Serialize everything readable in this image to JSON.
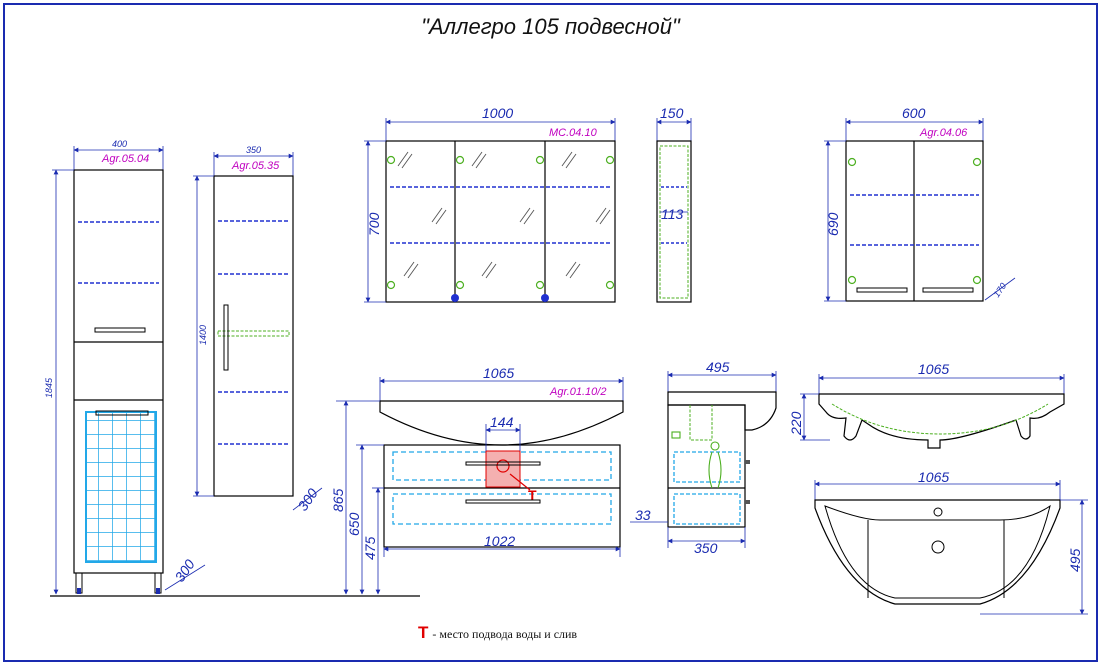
{
  "title": "\"Аллегро 105 подвесной\"",
  "legend": {
    "marker": "T",
    "text": "- место подвода воды и слив"
  },
  "colors": {
    "outline": "#000000",
    "dimension": "#1a2bb0",
    "article": "#c000c0",
    "shelf": "#2030d0",
    "accent": "#e00000",
    "green": "#4caf20",
    "cyan": "#22a8e8"
  },
  "units": {
    "tall_cabinet": {
      "article": "Agr.05.04",
      "width": "400",
      "height": "1845",
      "depth": "300"
    },
    "narrow_cabinet": {
      "article": "Agr.05.35",
      "width": "350",
      "height": "1400",
      "depth": "300"
    },
    "mirror_cabinet": {
      "article": "MC.04.10",
      "width": "1000",
      "height": "700",
      "depth": "150",
      "shelf_depth": "113"
    },
    "small_cabinet": {
      "article": "Agr.04.06",
      "width": "600",
      "height": "690",
      "depth": "170"
    },
    "vanity": {
      "article": "Agr.01.10/2",
      "width": "1065",
      "inner_width": "1022",
      "pipe_width": "144",
      "height_total": "865",
      "height_mid": "650",
      "height_low": "475",
      "side_depth": "495",
      "side_base": "350",
      "offset": "33"
    },
    "sink_side": {
      "width": "1065",
      "height": "220"
    },
    "sink_top": {
      "width": "1065",
      "depth": "495"
    }
  }
}
